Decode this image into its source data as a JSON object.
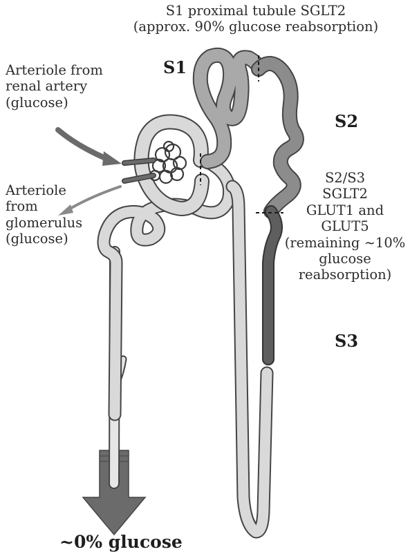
{
  "labels": {
    "s1_title_line1": "S1 proximal tubule SGLT2",
    "s1_title_line2": "(approx. 90% glucose reabsorption)",
    "s1_segment": "S1",
    "s2_segment": "S2",
    "s3_segment": "S3",
    "arteriole_in_line1": "Arteriole from",
    "arteriole_in_line2": "renal artery",
    "arteriole_in_line3": "(glucose)",
    "arteriole_out_line1": "Arteriole",
    "arteriole_out_line2": "from",
    "arteriole_out_line3": "glomerulus",
    "arteriole_out_line4": "(glucose)",
    "s2s3_line1": "S2/S3",
    "s2s3_line2": "SGLT2",
    "s2s3_line3": "GLUT1 and",
    "s2s3_line4": "GLUT5",
    "s2s3_line5": "(remaining ~10%",
    "s2s3_line6": "glucose reabsorption)",
    "output": "~0% glucose"
  },
  "colors": {
    "s1_tubule": "#a9a9a9",
    "s2_tubule": "#8c8c8c",
    "s3_tubule": "#5e5e5e",
    "distal_tubule": "#d9d9d9",
    "outline": "#444444",
    "arrow": "#6b6b6b"
  }
}
